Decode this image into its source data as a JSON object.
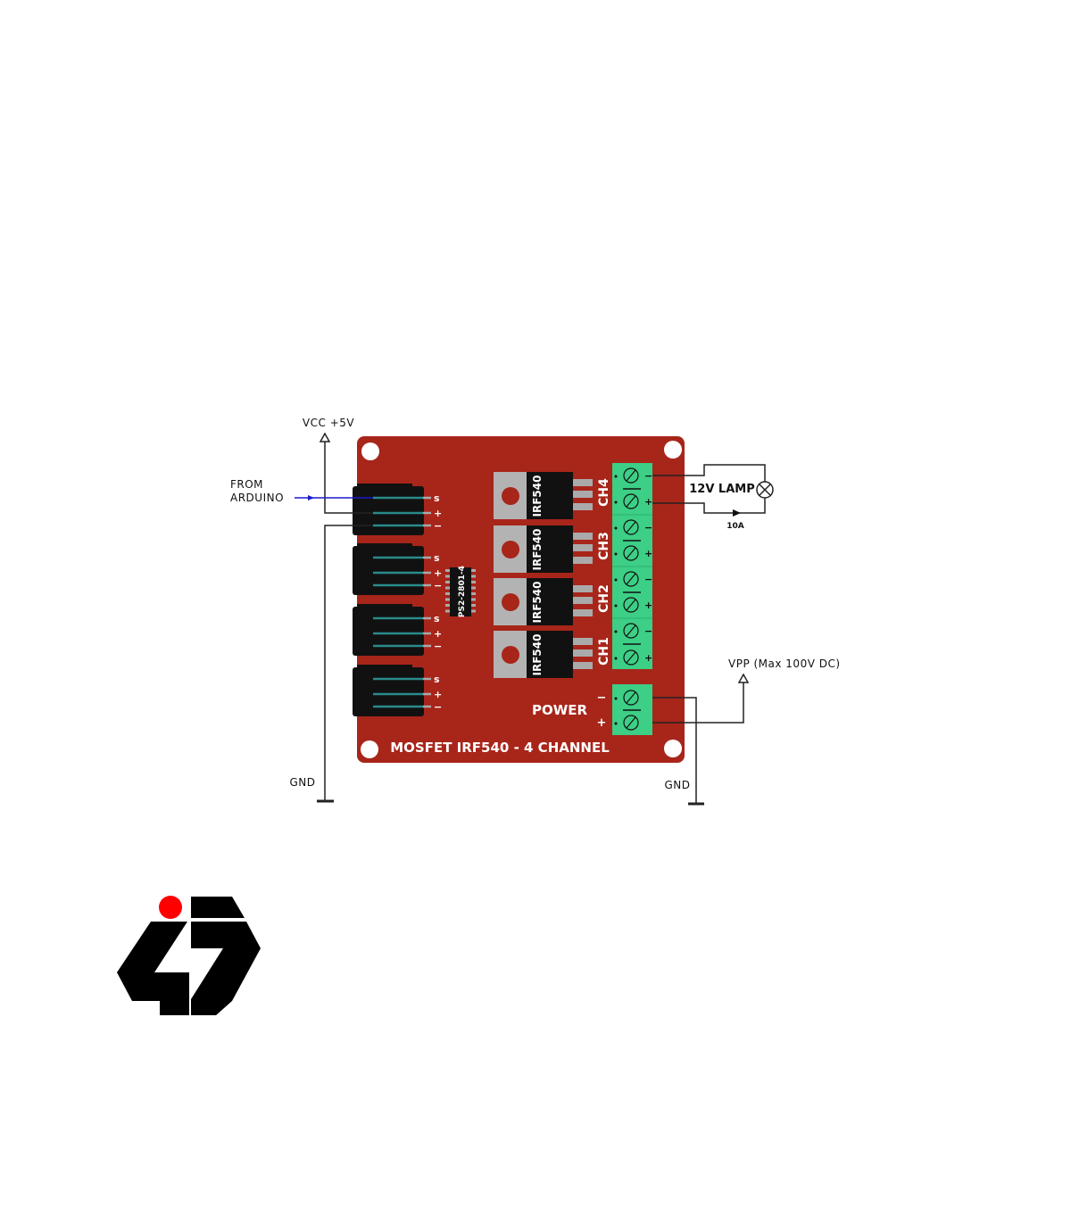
{
  "labels": {
    "vcc": "VCC +5V",
    "from1": "FROM",
    "from2": "ARDUINO",
    "gnd_left": "GND",
    "gnd_right": "GND",
    "lamp": "12V LAMP",
    "current": "10A",
    "vpp": "VPP (Max 100V DC)",
    "power": "POWER",
    "title": "MOSFET IRF540 - 4 CHANNEL",
    "chip": "PS2-2801-4",
    "pin_s": "s",
    "pin_plus": "+",
    "pin_minus": "−"
  },
  "mosfets": [
    "IRF540",
    "IRF540",
    "IRF540",
    "IRF540"
  ],
  "channels": [
    "CH4",
    "CH3",
    "CH2",
    "CH1"
  ],
  "colors": {
    "board": "#a8251a",
    "terminal": "#3ccf85",
    "wire_signal": "#1a1acc",
    "logo_dot": "#ff0000"
  }
}
